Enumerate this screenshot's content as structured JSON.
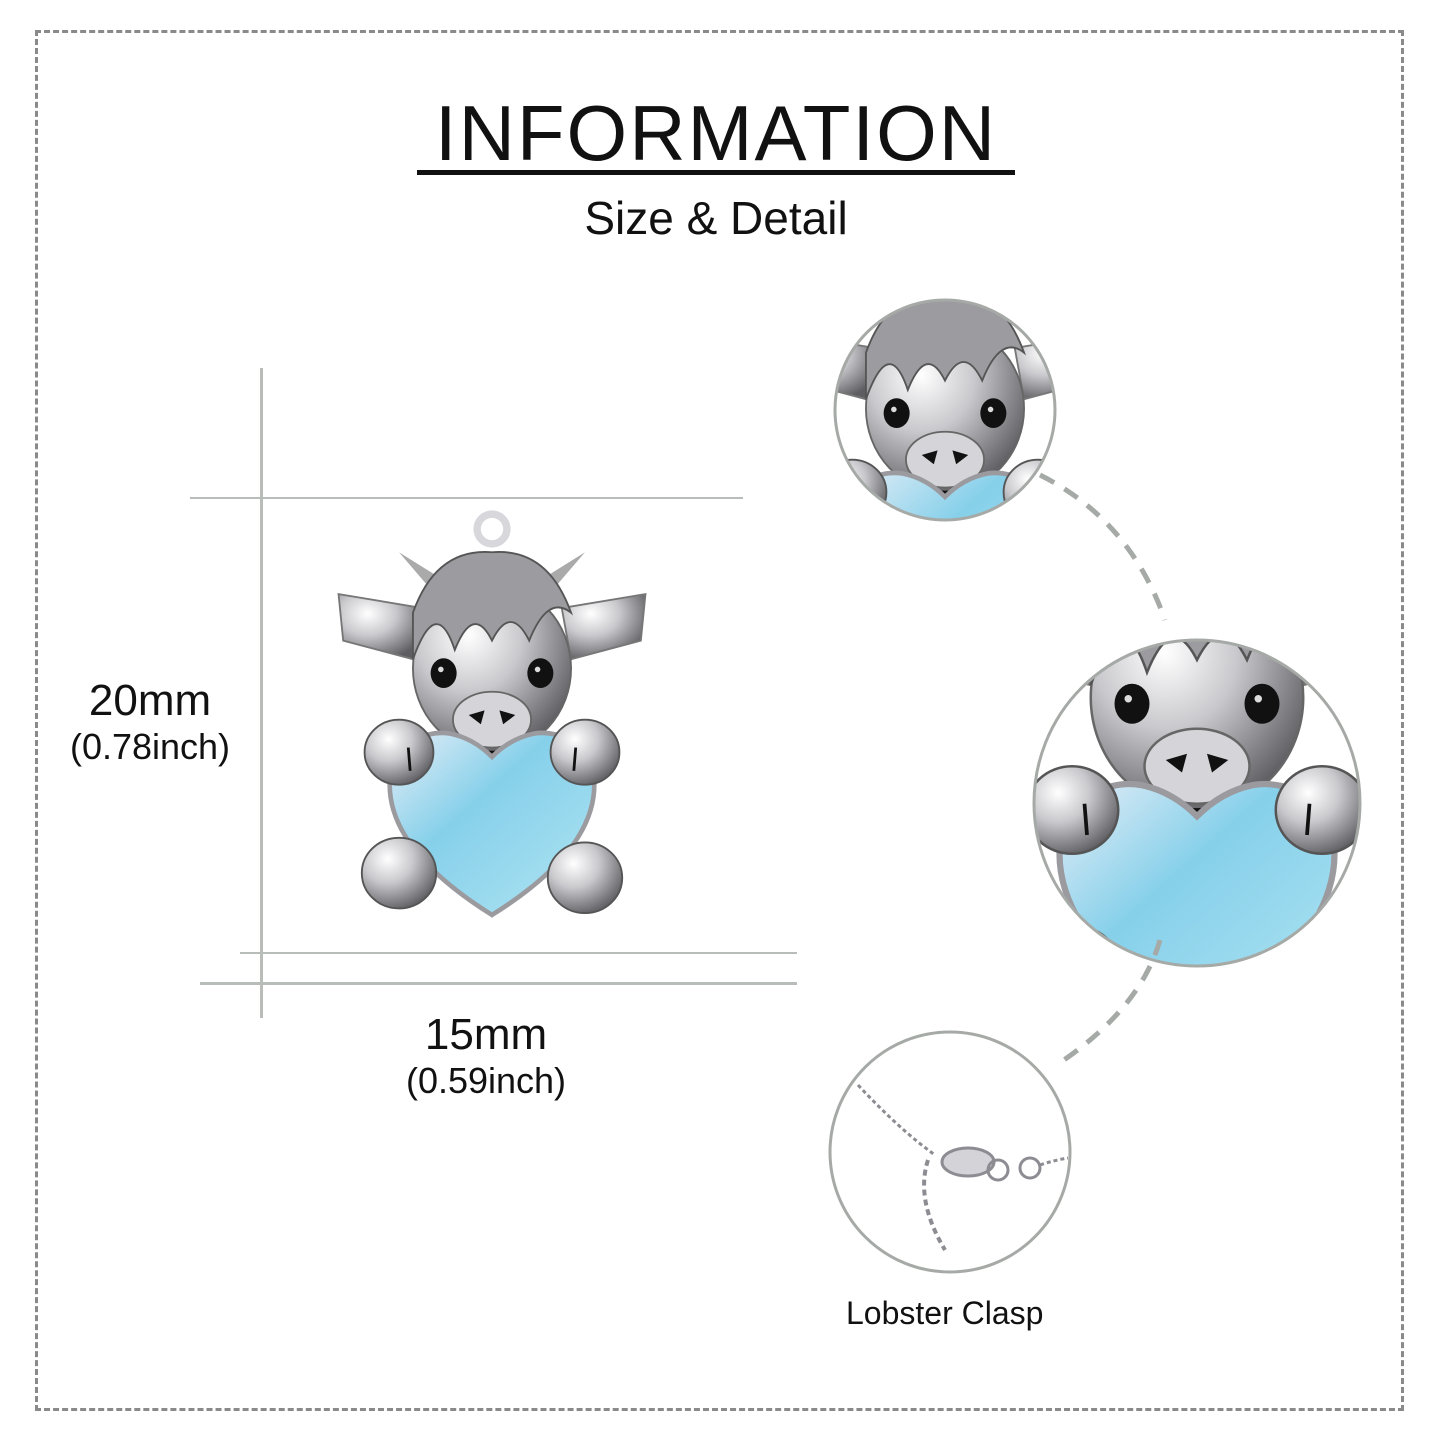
{
  "header": {
    "title": "INFORMATION",
    "subtitle": "Size & Detail"
  },
  "dimensions": {
    "height": {
      "metric": "20mm",
      "imperial": "(0.78inch)"
    },
    "width": {
      "metric": "15mm",
      "imperial": "(0.59inch)"
    }
  },
  "details": [
    {
      "name": "head-closeup",
      "caption": ""
    },
    {
      "name": "heart-stone-closeup",
      "caption": ""
    },
    {
      "name": "clasp-closeup",
      "caption": "Lobster Clasp"
    }
  ],
  "colors": {
    "border": "#8a8a8a",
    "guide_lines": "#b8bdb9",
    "silver": "#b9b9bd",
    "moonstone": "#8fd3ec",
    "text": "#111111"
  }
}
